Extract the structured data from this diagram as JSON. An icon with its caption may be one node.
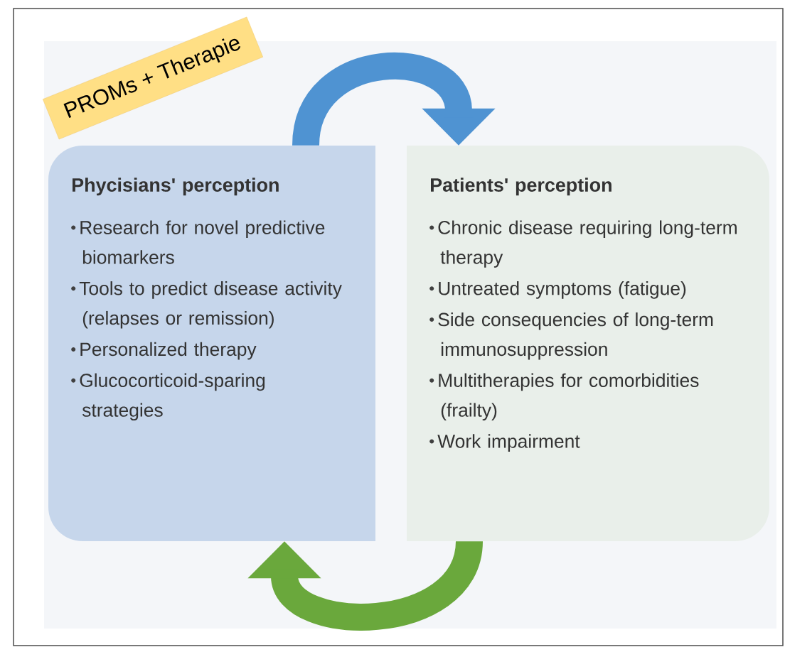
{
  "diagram": {
    "nodes": [
      {
        "text": [
          "Phycisians' perception",
          "Research for novel predictive biomarkers",
          "Tools to predict disease activity (relapses or remission)",
          "Personalized therapy",
          "Glucocorticoid-sparing strategies"
        ]
      },
      {
        "text": [
          "Patients' perception",
          "Chronic disease requiring long-term therapy",
          "Untreated symptoms (fatigue)",
          "Side consequencies of long-term immunosuppression",
          "Multitherapies for comorbidities (frailty)",
          "Work impairment"
        ]
      },
      {
        "text": [
          "PROMs + Therapie"
        ]
      }
    ],
    "edges": [
      {
        "from": 0,
        "to": 1,
        "arrow": "to",
        "color": "#4f93d2"
      },
      {
        "from": 1,
        "to": 0,
        "arrow": "to",
        "color": "#6aa83c"
      }
    ]
  }
}
